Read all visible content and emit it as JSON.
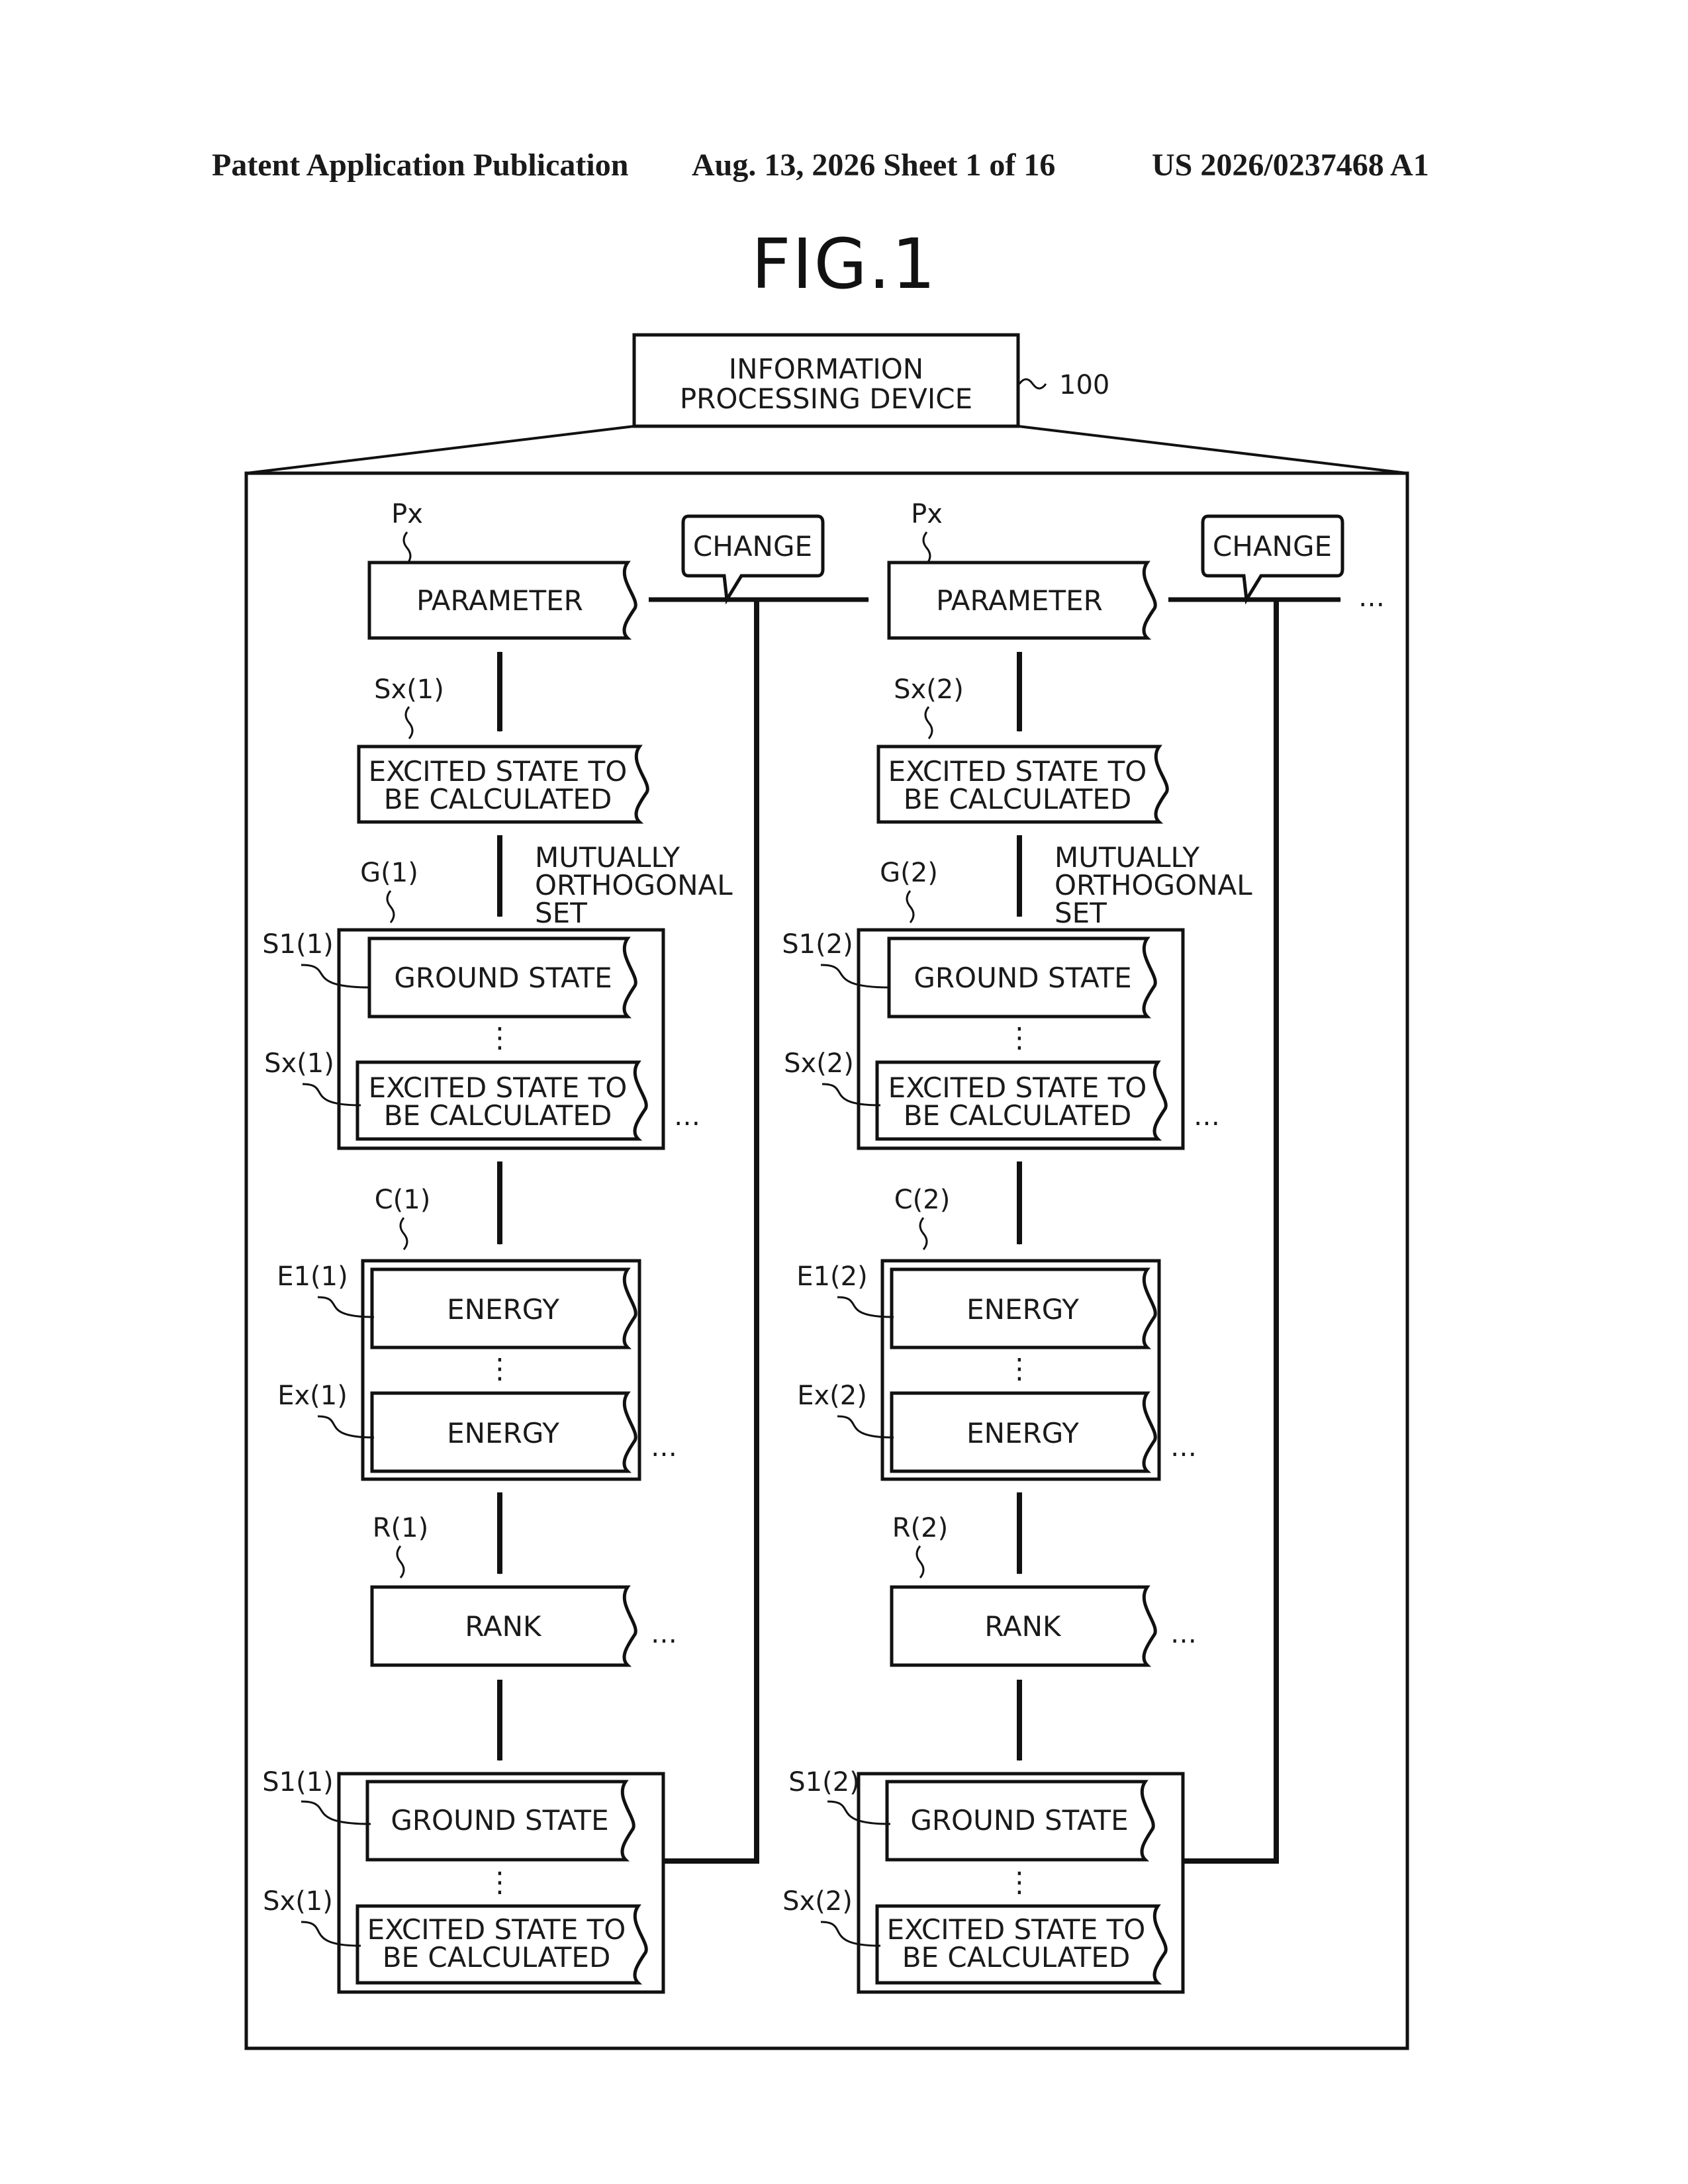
{
  "header": {
    "left": "Patent Application Publication",
    "middle": "Aug. 13, 2026  Sheet 1 of 16",
    "right": "US 2026/0237468 A1"
  },
  "figure_title": "FIG.1",
  "device": {
    "line1": "INFORMATION",
    "line2": "PROCESSING DEVICE",
    "ref": "100"
  },
  "columns": [
    {
      "param_ref": "Px",
      "parameter": "PARAMETER",
      "change": "CHANGE",
      "sx_ref": "Sx(1)",
      "excited_l1": "EXCITED STATE TO",
      "excited_l2": "BE CALCULATED",
      "ortho_l1": "MUTUALLY",
      "ortho_l2": "ORTHOGONAL",
      "ortho_l3": "SET",
      "g_ref": "G(1)",
      "s1_ref": "S1(1)",
      "ground": "GROUND STATE",
      "sx2_ref": "Sx(1)",
      "c_ref": "C(1)",
      "e1_ref": "E1(1)",
      "energy": "ENERGY",
      "ex_ref": "Ex(1)",
      "r_ref": "R(1)",
      "rank": "RANK",
      "s1b_ref": "S1(1)",
      "sxb_ref": "Sx(1)",
      "vdots": "⋮",
      "ellipsis": "…"
    },
    {
      "param_ref": "Px",
      "parameter": "PARAMETER",
      "change": "CHANGE",
      "sx_ref": "Sx(2)",
      "excited_l1": "EXCITED STATE TO",
      "excited_l2": "BE CALCULATED",
      "ortho_l1": "MUTUALLY",
      "ortho_l2": "ORTHOGONAL",
      "ortho_l3": "SET",
      "g_ref": "G(2)",
      "s1_ref": "S1(2)",
      "ground": "GROUND STATE",
      "sx2_ref": "Sx(2)",
      "c_ref": "C(2)",
      "e1_ref": "E1(2)",
      "energy": "ENERGY",
      "ex_ref": "Ex(2)",
      "r_ref": "R(2)",
      "rank": "RANK",
      "s1b_ref": "S1(2)",
      "sxb_ref": "Sx(2)",
      "vdots": "⋮",
      "ellipsis": "…"
    }
  ],
  "trailing_ellipsis": "…"
}
